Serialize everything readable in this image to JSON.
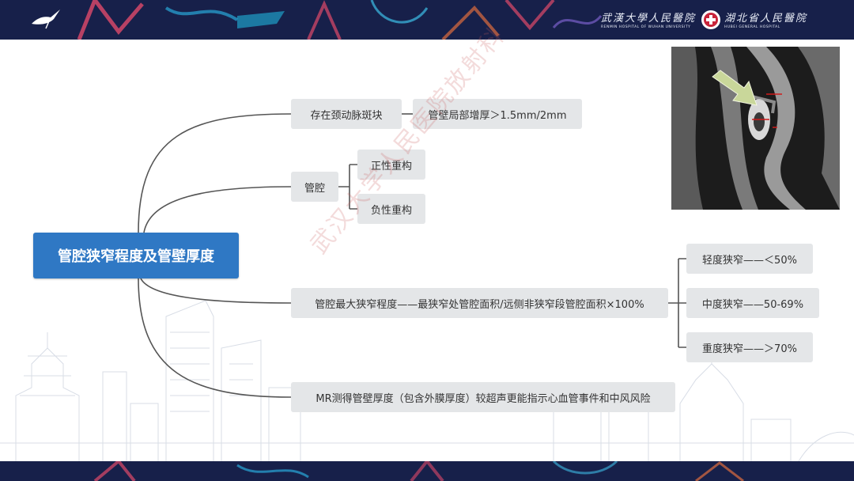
{
  "header": {
    "hospital1_cn": "武漢大學人民醫院",
    "hospital1_en": "RENMIN HOSPITAL OF WUHAN UNIVERSITY",
    "hospital2_cn": "湖北省人民醫院",
    "hospital2_en": "HUBEI GENERAL HOSPITAL"
  },
  "watermark": "武汉大学人民医院放射科",
  "diagram": {
    "root": "管腔狭窄程度及管壁厚度",
    "branch1": "存在颈动脉斑块",
    "branch1_child": "管壁局部增厚＞1.5mm/2mm",
    "branch2": "管腔",
    "branch2_child1": "正性重构",
    "branch2_child2": "负性重构",
    "branch3": "管腔最大狭窄程度——最狭窄处管腔面积/远侧非狭窄段管腔面积×100%",
    "branch3_child1": "轻度狭窄——＜50%",
    "branch3_child2": "中度狭窄——50-69%",
    "branch3_child3": "重度狭窄——＞70%",
    "branch4": "MR测得管壁厚度（包含外膜厚度）较超声更能指示心血管事件和中风风险"
  },
  "colors": {
    "header_bg": "#17204a",
    "root_bg": "#2f78c4",
    "node_bg": "#e4e6e8",
    "connector": "#555555",
    "watermark": "#c85a5a"
  }
}
